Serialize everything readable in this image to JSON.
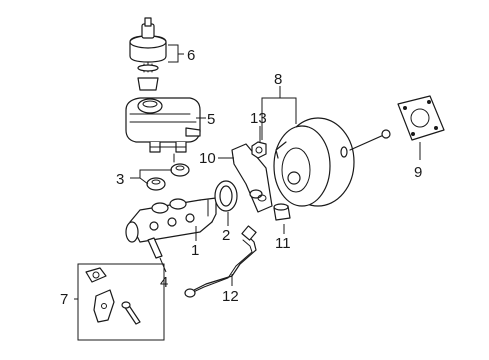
{
  "diagram": {
    "callouts": [
      {
        "id": "1",
        "text": "1"
      },
      {
        "id": "2",
        "text": "2"
      },
      {
        "id": "3",
        "text": "3"
      },
      {
        "id": "4",
        "text": "4"
      },
      {
        "id": "5",
        "text": "5"
      },
      {
        "id": "6",
        "text": "6"
      },
      {
        "id": "7",
        "text": "7"
      },
      {
        "id": "8",
        "text": "8"
      },
      {
        "id": "9",
        "text": "9"
      },
      {
        "id": "10",
        "text": "10"
      },
      {
        "id": "11",
        "text": "11"
      },
      {
        "id": "12",
        "text": "12"
      },
      {
        "id": "13",
        "text": "13"
      }
    ],
    "line_color": "#1a1a1a",
    "background": "#ffffff"
  }
}
